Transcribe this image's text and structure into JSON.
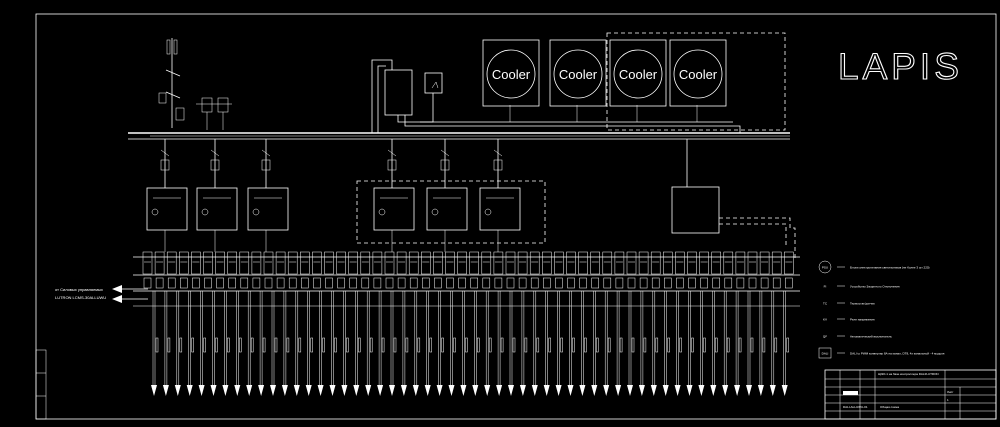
{
  "logo": {
    "text": "LAPIS"
  },
  "coolers": [
    "Cooler",
    "Cooler",
    "Cooler",
    "Cooler"
  ],
  "cooler_group_label": "",
  "external_line": {
    "label_top": "от Силовых управляемых",
    "label_bottom": "LUTRON LCMS-30ALLUWU"
  },
  "legend": [
    {
      "symbol": "PSU",
      "text": "Блоки электропитания светильников (не более 3 шт 220)"
    },
    {
      "symbol": "FI",
      "text": "Устройство Защитного Отключения"
    },
    {
      "symbol": "TC",
      "text": "Термостат/датчик"
    },
    {
      "symbol": "KV",
      "text": "Реле напряжения"
    },
    {
      "symbol": "QF",
      "text": "Автоматический выключатель"
    },
    {
      "symbol": "DALI",
      "text": "DALI to PWM конвертер 8А на канал, DT8, 4х канальный - 4 модуля"
    }
  ],
  "title_block": {
    "header": "ЩЭО-1 на базе контроллера DALI/LUTRON",
    "sheet_label": "Лист",
    "sheet": "1",
    "drawing_name": "Общая схема",
    "code": "DALI-ALLUWU-01"
  },
  "colors": {
    "background": "#000000",
    "lines": "#ffffff"
  }
}
